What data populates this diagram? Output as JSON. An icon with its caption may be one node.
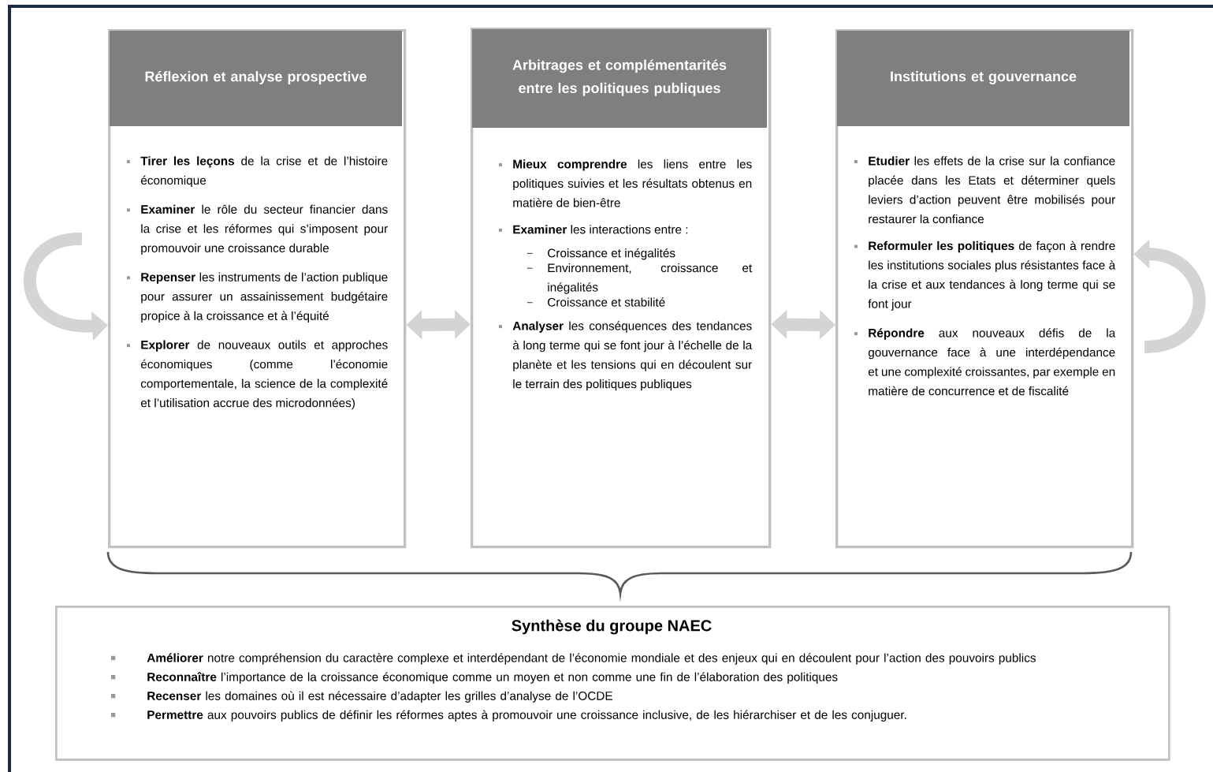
{
  "diagram": {
    "nodes": [
      {
        "text": [
          "Réflexion et analyse prospective",
          "**Tirer les leçons** de la crise et de l’histoire économique",
          "**Examiner** le rôle du secteur financier dans la crise et les réformes qui s’imposent pour promouvoir une croissance durable",
          "**Repenser** les instruments de l’action publique pour assurer un assainissement budgétaire propice à la croissance et à l’équité",
          "**Explorer** de nouveaux outils et approches économiques (comme l’économie comportementale, la science de la complexité et l’utilisation accrue des microdonnées)"
        ]
      },
      {
        "text": [
          "Arbitrages et complémentarités entre les politiques publiques",
          "**Mieux comprendre** les liens entre les politiques suivies et les résultats obtenus en matière de bien-être",
          "**Examiner** les interactions entre :",
          "Croissance et inégalités",
          "Environnement, croissance et inégalités",
          "Croissance et stabilité",
          "**Analyser** les conséquences des tendances à long terme qui se font jour à l’échelle de la planète et les tensions qui en découlent sur le terrain des politiques publiques"
        ]
      },
      {
        "text": [
          "Institutions et gouvernance",
          "**Etudier** les effets de la crise sur la confiance placée dans les Etats et déterminer quels leviers d’action peuvent être mobilisés pour restaurer la confiance",
          "**Reformuler les politiques** de façon à rendre les institutions sociales plus résistantes face à la crise et aux tendances à long terme qui se font jour",
          "**Répondre** aux nouveaux défis de la gouvernance face à une interdépendance et une complexité croissantes, par exemple en matière de concurrence et de fiscalité"
        ]
      },
      {
        "text": [
          "Synthèse du groupe NAEC",
          "**Améliorer** notre compréhension du caractère complexe et interdépendant de l’économie mondiale et des enjeux qui en découlent pour l’action des pouvoirs publics",
          "**Reconnaître** l’importance de la croissance économique comme un moyen et non comme une fin de l’élaboration des politiques",
          "**Recenser** les domaines où il est nécessaire d’adapter les grilles d’analyse de l’OCDE",
          "**Permettre** aux pouvoirs publics de définir les réformes aptes à promouvoir une croissance inclusive, de les hiérarchiser et de les conjuguer."
        ]
      }
    ],
    "edges": [
      {
        "from": 0,
        "to": 1,
        "arrow": "both"
      },
      {
        "from": 1,
        "to": 2,
        "arrow": "both"
      },
      {
        "from": null,
        "to": 0,
        "arrow": "to"
      },
      {
        "from": null,
        "to": 2,
        "arrow": "to"
      }
    ]
  }
}
